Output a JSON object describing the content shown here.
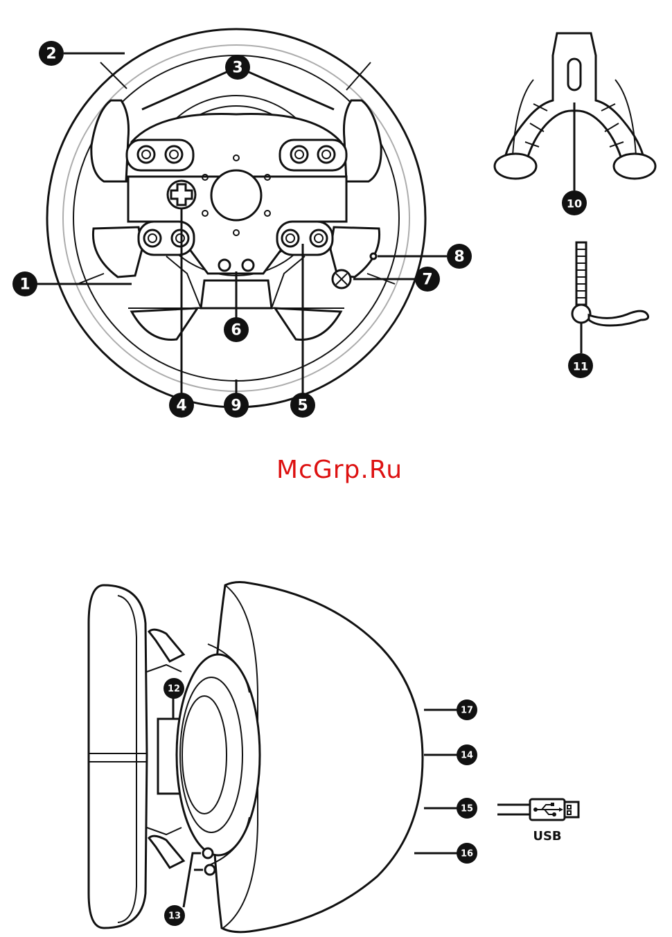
{
  "watermark": "McGrp.Ru",
  "usb_label": "USB",
  "callouts": {
    "c1": "1",
    "c2": "2",
    "c3": "3",
    "c4": "4",
    "c5": "5",
    "c6": "6",
    "c7": "7",
    "c8": "8",
    "c9": "9",
    "c10": "10",
    "c11": "11",
    "c12": "12",
    "c13": "13",
    "c14": "14",
    "c15": "15",
    "c16": "16",
    "c17": "17"
  }
}
